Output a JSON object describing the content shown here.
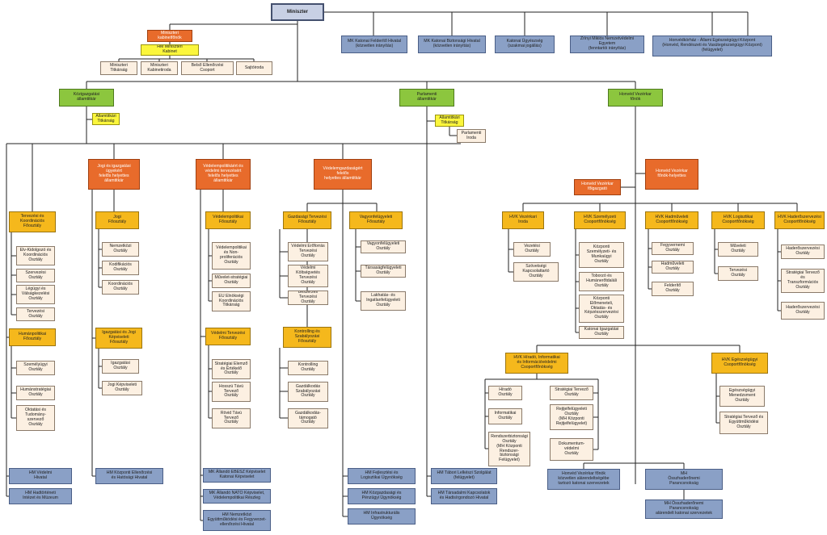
{
  "minister": "Miniszter",
  "kab_fonok": "Miniszteri\nkabinetfőnök",
  "hm_kabinet": "HM Miniszteri\nKabinet",
  "kabinet_units": [
    "Miniszteri\nTitkárság",
    "Miniszteri\nKabinetiroda",
    "Belső Ellenőrzési\nCsoport",
    "Sajtóiroda"
  ],
  "direct_offices": [
    "MK Katonai Felderítő Hivatal\n(közvetlen irányítás)",
    "MK Katonai Biztonsági Hivatal\n(közvetlen irányítás)",
    "Katonai Ügyészség\n(szakmai jogállás)",
    "Zrínyi Miklós Nemzetvédelmi\nEgyetem\n(fenntartói irányítás)",
    "Honvédkórház - Állami Egészségügyi Központ\n(Honvéd, Rendészeti és Vasútegészségügyi Központ)\n(felügyelet)"
  ],
  "kozig_allamtitkar": "Közigazgatási\nállamtitkár",
  "kozig_titkarsag": "Államtitkári\nTitkárság",
  "parl_allamtitkar": "Parlamenti\nállamtitkár",
  "parl_titkarsag": "Államtitkári\nTitkárság",
  "parl_iroda": "Parlamenti\nIroda",
  "vezkar_fonok": "Honvéd Vezérkar\nfőnök",
  "dep_jogi": "Jogi és igazgatási\nügyekért\nfelelős helyettes\nállamtitkár",
  "dep_vedpol": "Védelempolitikáért és\nvédelmi tervezésért\nfelelős helyettes\nállamtitkár",
  "dep_gazd": "Védelemgazdaságért\nfelelős\nhelyettes államtitkár",
  "vezkar_helyettes": "Honvéd Vezérkar\nfőnök-helyettes",
  "vezkar_igazgato": "Honvéd Vezérkar\nfőigazgató",
  "col1_dept": "Tervezési és\nKoordinációs\nFőosztály",
  "col1_units": [
    "Elv-Kidolgozó és\nKoordinációs\nOsztály",
    "Szervezési\nOsztály",
    "Légügyi és\nVálságkezelési\nOsztály",
    "Tervezési\nOsztály"
  ],
  "col1_dept2": "Humánpolitikai\nFőosztály",
  "col1_units2": [
    "Személyügyi\nOsztály",
    "Humánstratégiai\nOsztály",
    "Oktatási és\nTudomány-\nszervező\nOsztály"
  ],
  "col1_bottom": [
    "HM Védelmi\nHivatal",
    "HM Hadtörténeti\nIntézet és Múzeum"
  ],
  "col2_dept": "Jogi\nFőosztály",
  "col2_units": [
    "Nemzetközi\nOsztály",
    "Kodifikációs\nOsztály",
    "Koordinációs\nOsztály"
  ],
  "col2_dept2": "Igazgatási és Jogi\nKépviseleti\nFőosztály",
  "col2_units2": [
    "Igazgatási\nOsztály",
    "Jogi Képviseleti\nOsztály"
  ],
  "col2_bottom": [
    "HM Központi Ellenőrzési\nés Hatósági Hivatal"
  ],
  "col3_dept": "Védelempolitikai\nFőosztály",
  "col3_units": [
    "Védelempolitikai\nés Non-\nproliferációs\nOsztály",
    "Művelet-stratégiai\nOsztály",
    "EU Elnökségi\nKoordinációs\nTitkárság"
  ],
  "col3_dept2": "Védelmi Tervezési\nFőosztály",
  "col3_units2": [
    "Stratégiai Elemző\nés Értékelő\nOsztály",
    "Hosszú Távú\nTervező\nOsztály",
    "Rövid Távú\nTervező\nOsztály"
  ],
  "col3_bottom": [
    "MK Állandó EBESZ Képviselet\nKatonai Képviselet",
    "MK Állandó NATO Képviselet,\nVédelempolitikai Részleg",
    "HM Nemzetközi\nEgyüttműködési és Fegyverzet-\nellenőrzési Hivatal"
  ],
  "col4_dept": "Gazdasági Tervezési\nFőosztály",
  "col4_units": [
    "Védelmi Erőforrás\nTervezési\nOsztály",
    "Védelmi\nKöltségvetés\nTervezési\nOsztály",
    "Beszerzés Tervezési\nOsztály"
  ],
  "col4_dept2": "Kontrolling és\nSzabályozási\nFőosztály",
  "col4_units2": [
    "Kontrolling\nOsztály",
    "Gazdálkodás\nSzabályozási\nOsztály",
    "Gazdálkodás-\ntámogató\nOsztály"
  ],
  "col5_dept": "Vagyonfelügyeleti\nFőosztály",
  "col5_units": [
    "Vagyonfelügyeleti\nOsztály",
    "Társaságfelügyeleti\nOsztály",
    "Lakhatás- és\nIngatlanfelügyeleti\nOsztály"
  ],
  "gazd_bottom": [
    "HM Fejlesztési és\nLogisztikai Ügynökség",
    "HM Közgazdasági és\nPénzügyi Ügynökség",
    "HM Infrastrukturális\nÜgynökség"
  ],
  "parl_bottom": [
    "HM Tábori Lelkészi Szolgálat\n(felügyelet)",
    "HM Társadalmi Kapcsolatok\nés Hadisírgondozó Hivatal"
  ],
  "hvk_iroda": "HVK Vezérkari\nIroda",
  "hvk_iroda_units": [
    "Vezetési\nOsztály",
    "Szövetségi\nKapcsolattartó\nOsztály"
  ],
  "hvk_szemely": "HVK Személyzeti\nCsoportfőnökség",
  "hvk_szemely_units": [
    "Központi\nSzemélyzeti- és\nMunkaügyi\nOsztály",
    "Toborzó és\nHumánerőtdaláli\nOsztály",
    "Központi\nElőmeneteli,\nOktatás- és\nKépzésszervezési\nOsztály",
    "Katonai Igazgatási\nOsztály"
  ],
  "hvk_hadm": "HVK Hadműveleti\nCsoportfőnökség",
  "hvk_hadm_units": [
    "Fegyvernemi\nOsztály",
    "Hadműveleti\nOsztály",
    "Felderítő\nOsztály"
  ],
  "hvk_log": "HVK Logisztikai\nCsoportfőnökség",
  "hvk_log_units": [
    "Műveleti\nOsztály",
    "Tervezési\nOsztály"
  ],
  "hvk_haderö": "HVK Haderőszervezési\nCsoportfőnökség",
  "hvk_haderö_units": [
    "Haderőszervezési\nOsztály",
    "Stratégiai Tervező\nés\nTranszformációs\nOsztály",
    "Haderőszervezési\nOsztály"
  ],
  "hvk_hirado": "HVK Híradó, Informatikai\nés Információvédelmi\nCsoportfőnökség",
  "hvk_hirado_left": [
    "Híradó\nOsztály",
    "Informatikai\nOsztály",
    "Rendszerbiztonsági\nOsztály\n(MH Központi\nRendszer-\nbiztonsági\nFelügyelet)"
  ],
  "hvk_hirado_right": [
    "Stratégiai Tervező\nOsztály",
    "Rejtjelfelügyeleti\nOsztály\n(MH Központi\nRejtjelfelügyelet)",
    "Dokumentum-\nvédelmi\nOsztály"
  ],
  "hvk_egeszseg": "HVK Egészségügyi\nCsoportfőnökség",
  "hvk_egeszseg_units": [
    "Egészségügyi\nMenedzsment\nOsztály",
    "Stratégiai Tervező és\nEgyüttműködési\nOsztály"
  ],
  "hvk_bottom": [
    "Honvéd Vezérkar főnök\nközvetlen alárendeltségébe\ntartozó katonai szervezetek",
    "MH\nÖsszhaderőnemi\nParancsnokság",
    "MH Összhaderőnemi\nParancsnokság\nalárendelt katonai szervezetek"
  ],
  "colors": {
    "orange": "#e86b2b",
    "yellow": "#f5b81c",
    "light_yellow": "#fbf63c",
    "green": "#8cc63e",
    "blue": "#8aa0c6",
    "cream": "#fcf0e2"
  }
}
